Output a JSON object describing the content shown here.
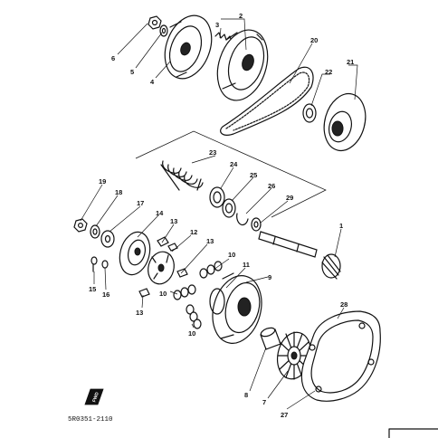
{
  "callouts": [
    "1",
    "2",
    "3",
    "4",
    "5",
    "6",
    "7",
    "8",
    "9",
    "10",
    "11",
    "12",
    "13",
    "14",
    "15",
    "16",
    "17",
    "18",
    "19",
    "20",
    "21",
    "22",
    "23",
    "24",
    "25",
    "26",
    "27",
    "28",
    "29"
  ],
  "duplicate_labels": {
    "ten": "10",
    "thirteen": "13"
  },
  "drawing_code": "5R0351-2110",
  "direction_badge": "FWD"
}
